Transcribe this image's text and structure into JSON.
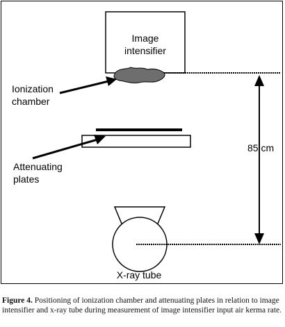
{
  "diagram": {
    "image_intensifier_label": "Image\nintensifier",
    "ionization_chamber_label": "Ionization\nchamber",
    "attenuating_plates_label": "Attenuating\nplates",
    "distance_label": "85 cm",
    "xray_tube_label": "X-ray tube"
  },
  "caption": {
    "title": "Figure 4.",
    "text": " Positioning of ionization chamber and attenuating plates in relation to image intensifier and x-ray tube during measurement of image intensifier input air kerma rate."
  }
}
